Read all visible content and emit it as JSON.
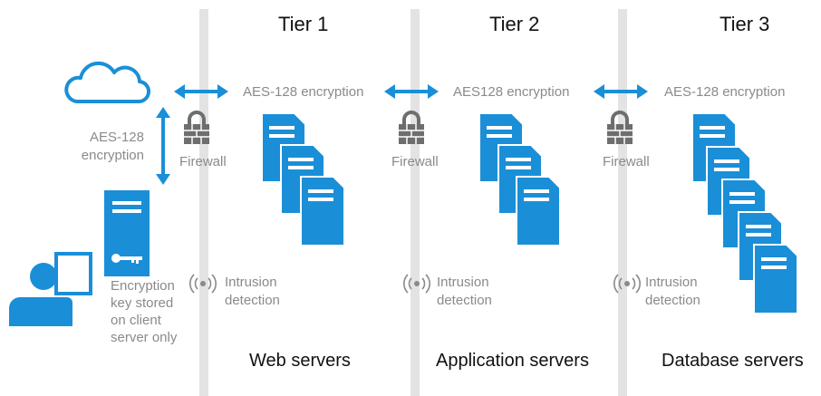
{
  "tiers": [
    {
      "heading": "Tier 1",
      "group_label": "Web servers",
      "encryption_label": "AES-128 encryption",
      "firewall_label": "Firewall",
      "intrusion_line1": "Intrusion",
      "intrusion_line2": "detection"
    },
    {
      "heading": "Tier 2",
      "group_label": "Application servers",
      "encryption_label": "AES128 encryption",
      "firewall_label": "Firewall",
      "intrusion_line1": "Intrusion",
      "intrusion_line2": "detection"
    },
    {
      "heading": "Tier 3",
      "group_label": "Database servers",
      "encryption_label": "AES-128 encryption",
      "firewall_label": "Firewall",
      "intrusion_line1": "Intrusion",
      "intrusion_line2": "detection"
    }
  ],
  "client": {
    "vertical_encryption_line1": "AES-128",
    "vertical_encryption_line2": "encryption",
    "key_note": [
      "Encryption",
      "key stored",
      "on client",
      "server only"
    ]
  },
  "colors": {
    "accent": "#1a8fd8",
    "firewall": "#6e6e6e",
    "label": "#8a8a8a",
    "divider": "#e3e3e3"
  },
  "icons": [
    "cloud-icon",
    "user-icon",
    "monitor-icon",
    "client-server-icon",
    "key-icon",
    "firewall-lock-icon",
    "server-stack-icon",
    "intrusion-detection-icon",
    "bidirectional-arrow-icon"
  ]
}
